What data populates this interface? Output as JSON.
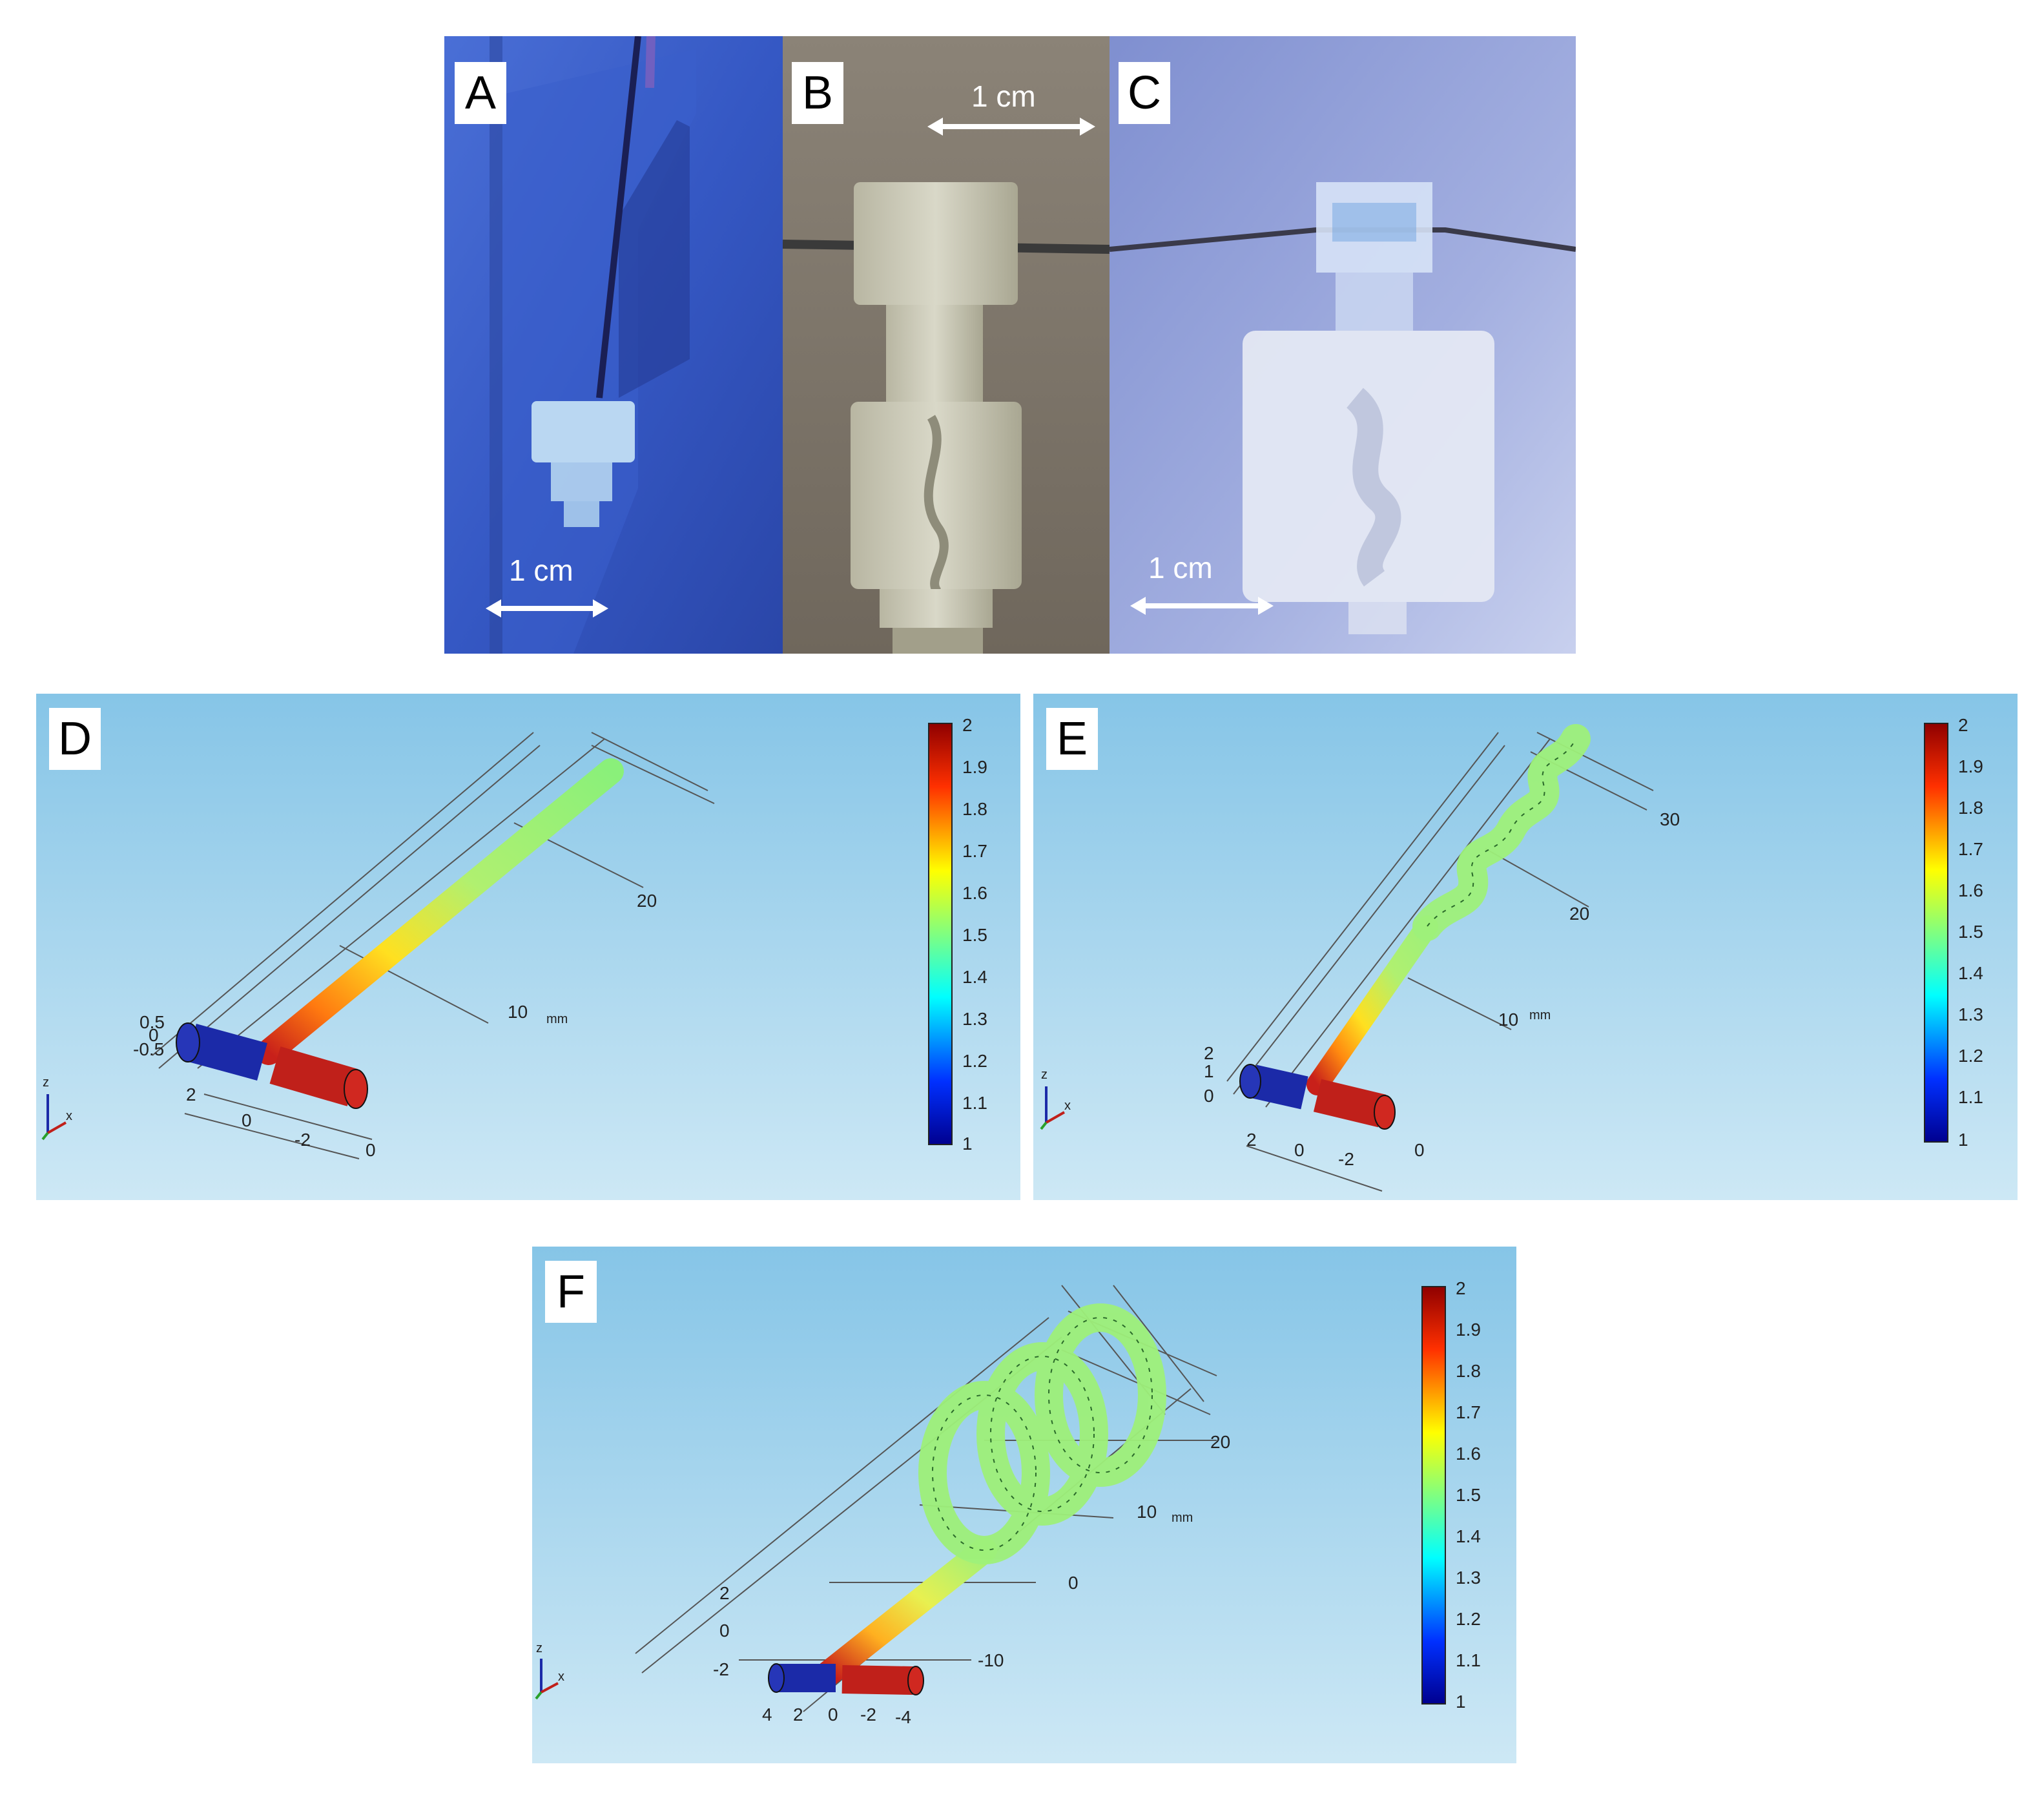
{
  "figure": {
    "photos": [
      {
        "label": "A",
        "scale_text": "1 cm"
      },
      {
        "label": "B",
        "scale_text": "1 cm"
      },
      {
        "label": "C",
        "scale_text": "1 cm"
      }
    ],
    "simulations": [
      {
        "label": "D",
        "colorbar_ticks": [
          "2",
          "1.9",
          "1.8",
          "1.7",
          "1.6",
          "1.5",
          "1.4",
          "1.3",
          "1.2",
          "1.1",
          "1"
        ],
        "axis_ticks": {
          "a": "20",
          "b": "10",
          "unit": "mm",
          "z1": "0.5",
          "z2": "0",
          "z3": "-0.5",
          "x1": "2",
          "x2": "0",
          "x3": "-2",
          "x4": "0"
        },
        "triad": {
          "z": "z",
          "x": "x"
        }
      },
      {
        "label": "E",
        "colorbar_ticks": [
          "2",
          "1.9",
          "1.8",
          "1.7",
          "1.6",
          "1.5",
          "1.4",
          "1.3",
          "1.2",
          "1.1",
          "1"
        ],
        "axis_ticks": {
          "a": "30",
          "b": "20",
          "c": "10",
          "unit": "mm",
          "z1": "2",
          "z2": "1",
          "z3": "0",
          "x1": "2",
          "x2": "0",
          "x3": "-2",
          "x4": "0"
        },
        "triad": {
          "z": "z",
          "x": "x"
        }
      },
      {
        "label": "F",
        "colorbar_ticks": [
          "2",
          "1.9",
          "1.8",
          "1.7",
          "1.6",
          "1.5",
          "1.4",
          "1.3",
          "1.2",
          "1.1",
          "1"
        ],
        "axis_ticks": {
          "a": "20",
          "b": "10",
          "unit": "mm",
          "c": "0",
          "d": "-10",
          "z1": "2",
          "z2": "0",
          "z3": "-2",
          "x1": "4",
          "x2": "2",
          "x3": "0",
          "x4": "-2",
          "x5": "-4"
        },
        "triad": {
          "z": "z",
          "x": "x"
        }
      }
    ],
    "colors": {
      "sky_top": "#86c5e7",
      "sky_bottom": "#cde8f5",
      "low": "#1b2aa8",
      "high": "#c0201a",
      "mid_green": "#9ef07a"
    }
  }
}
